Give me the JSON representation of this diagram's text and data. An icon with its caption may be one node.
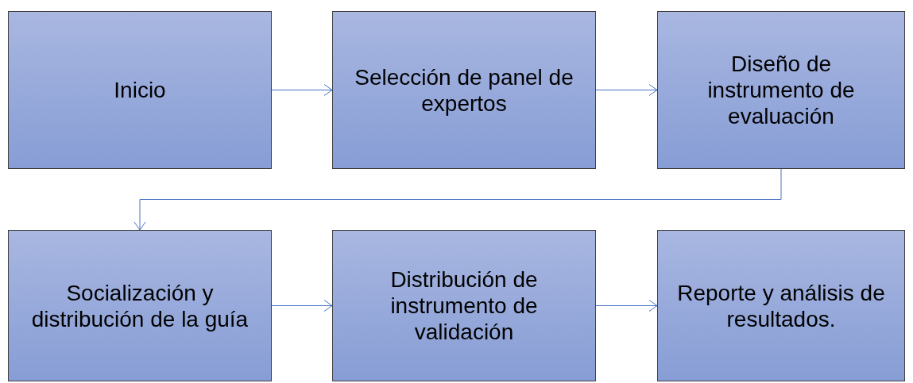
{
  "diagram": {
    "nodes": [
      {
        "text": [
          "Inicio"
        ]
      },
      {
        "text": [
          "Selección de panel de expertos"
        ]
      },
      {
        "text": [
          "Diseño de instrumento de evaluación"
        ]
      },
      {
        "text": [
          "Socialización y distribución de la guía"
        ]
      },
      {
        "text": [
          "Distribución de instrumento de validación"
        ]
      },
      {
        "text": [
          "Reporte y análisis de resultados."
        ]
      }
    ],
    "edges": [
      {
        "from": 0,
        "to": 1,
        "arrow": "to"
      },
      {
        "from": 1,
        "to": 2,
        "arrow": "to"
      },
      {
        "from": 2,
        "to": 3,
        "arrow": "to"
      },
      {
        "from": 3,
        "to": 4,
        "arrow": "to"
      },
      {
        "from": 4,
        "to": 5,
        "arrow": "to"
      }
    ]
  }
}
